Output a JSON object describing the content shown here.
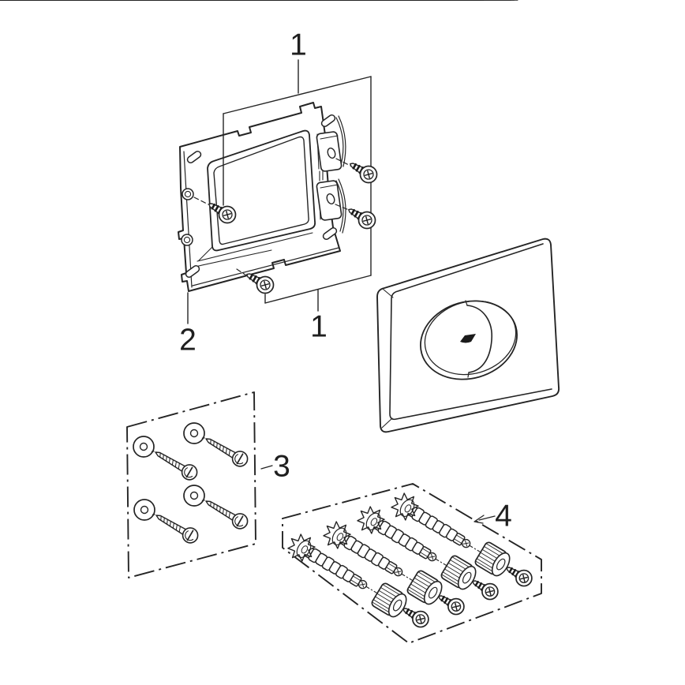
{
  "figure": {
    "description": "Exploded installation parts diagram: mounting frame with fixing screws, flush plate with oval push button, wall screw set with washers, spacer bolt set",
    "colors": {
      "background": "#ffffff",
      "line": "#242424",
      "label_text": "#1f1f1f",
      "part_fill": "#ffffff",
      "dark_detail": "#1b1b1b"
    }
  },
  "labels": {
    "callout_1_top": "1",
    "callout_1_bottom": "1",
    "callout_2": "2",
    "callout_3": "3",
    "callout_4": "4"
  },
  "parts": [
    {
      "callout": "1",
      "name": "frame fixing screws",
      "count": 4
    },
    {
      "callout": "2",
      "name": "mounting frame",
      "count": 1
    },
    {
      "callout": "3",
      "name": "wall screws with washers",
      "count": 4
    },
    {
      "callout": "4",
      "name": "spacer bolts with sleeve nuts and screws",
      "count": 4
    },
    {
      "callout": "",
      "name": "flush plate with oval push button",
      "count": 1
    }
  ]
}
